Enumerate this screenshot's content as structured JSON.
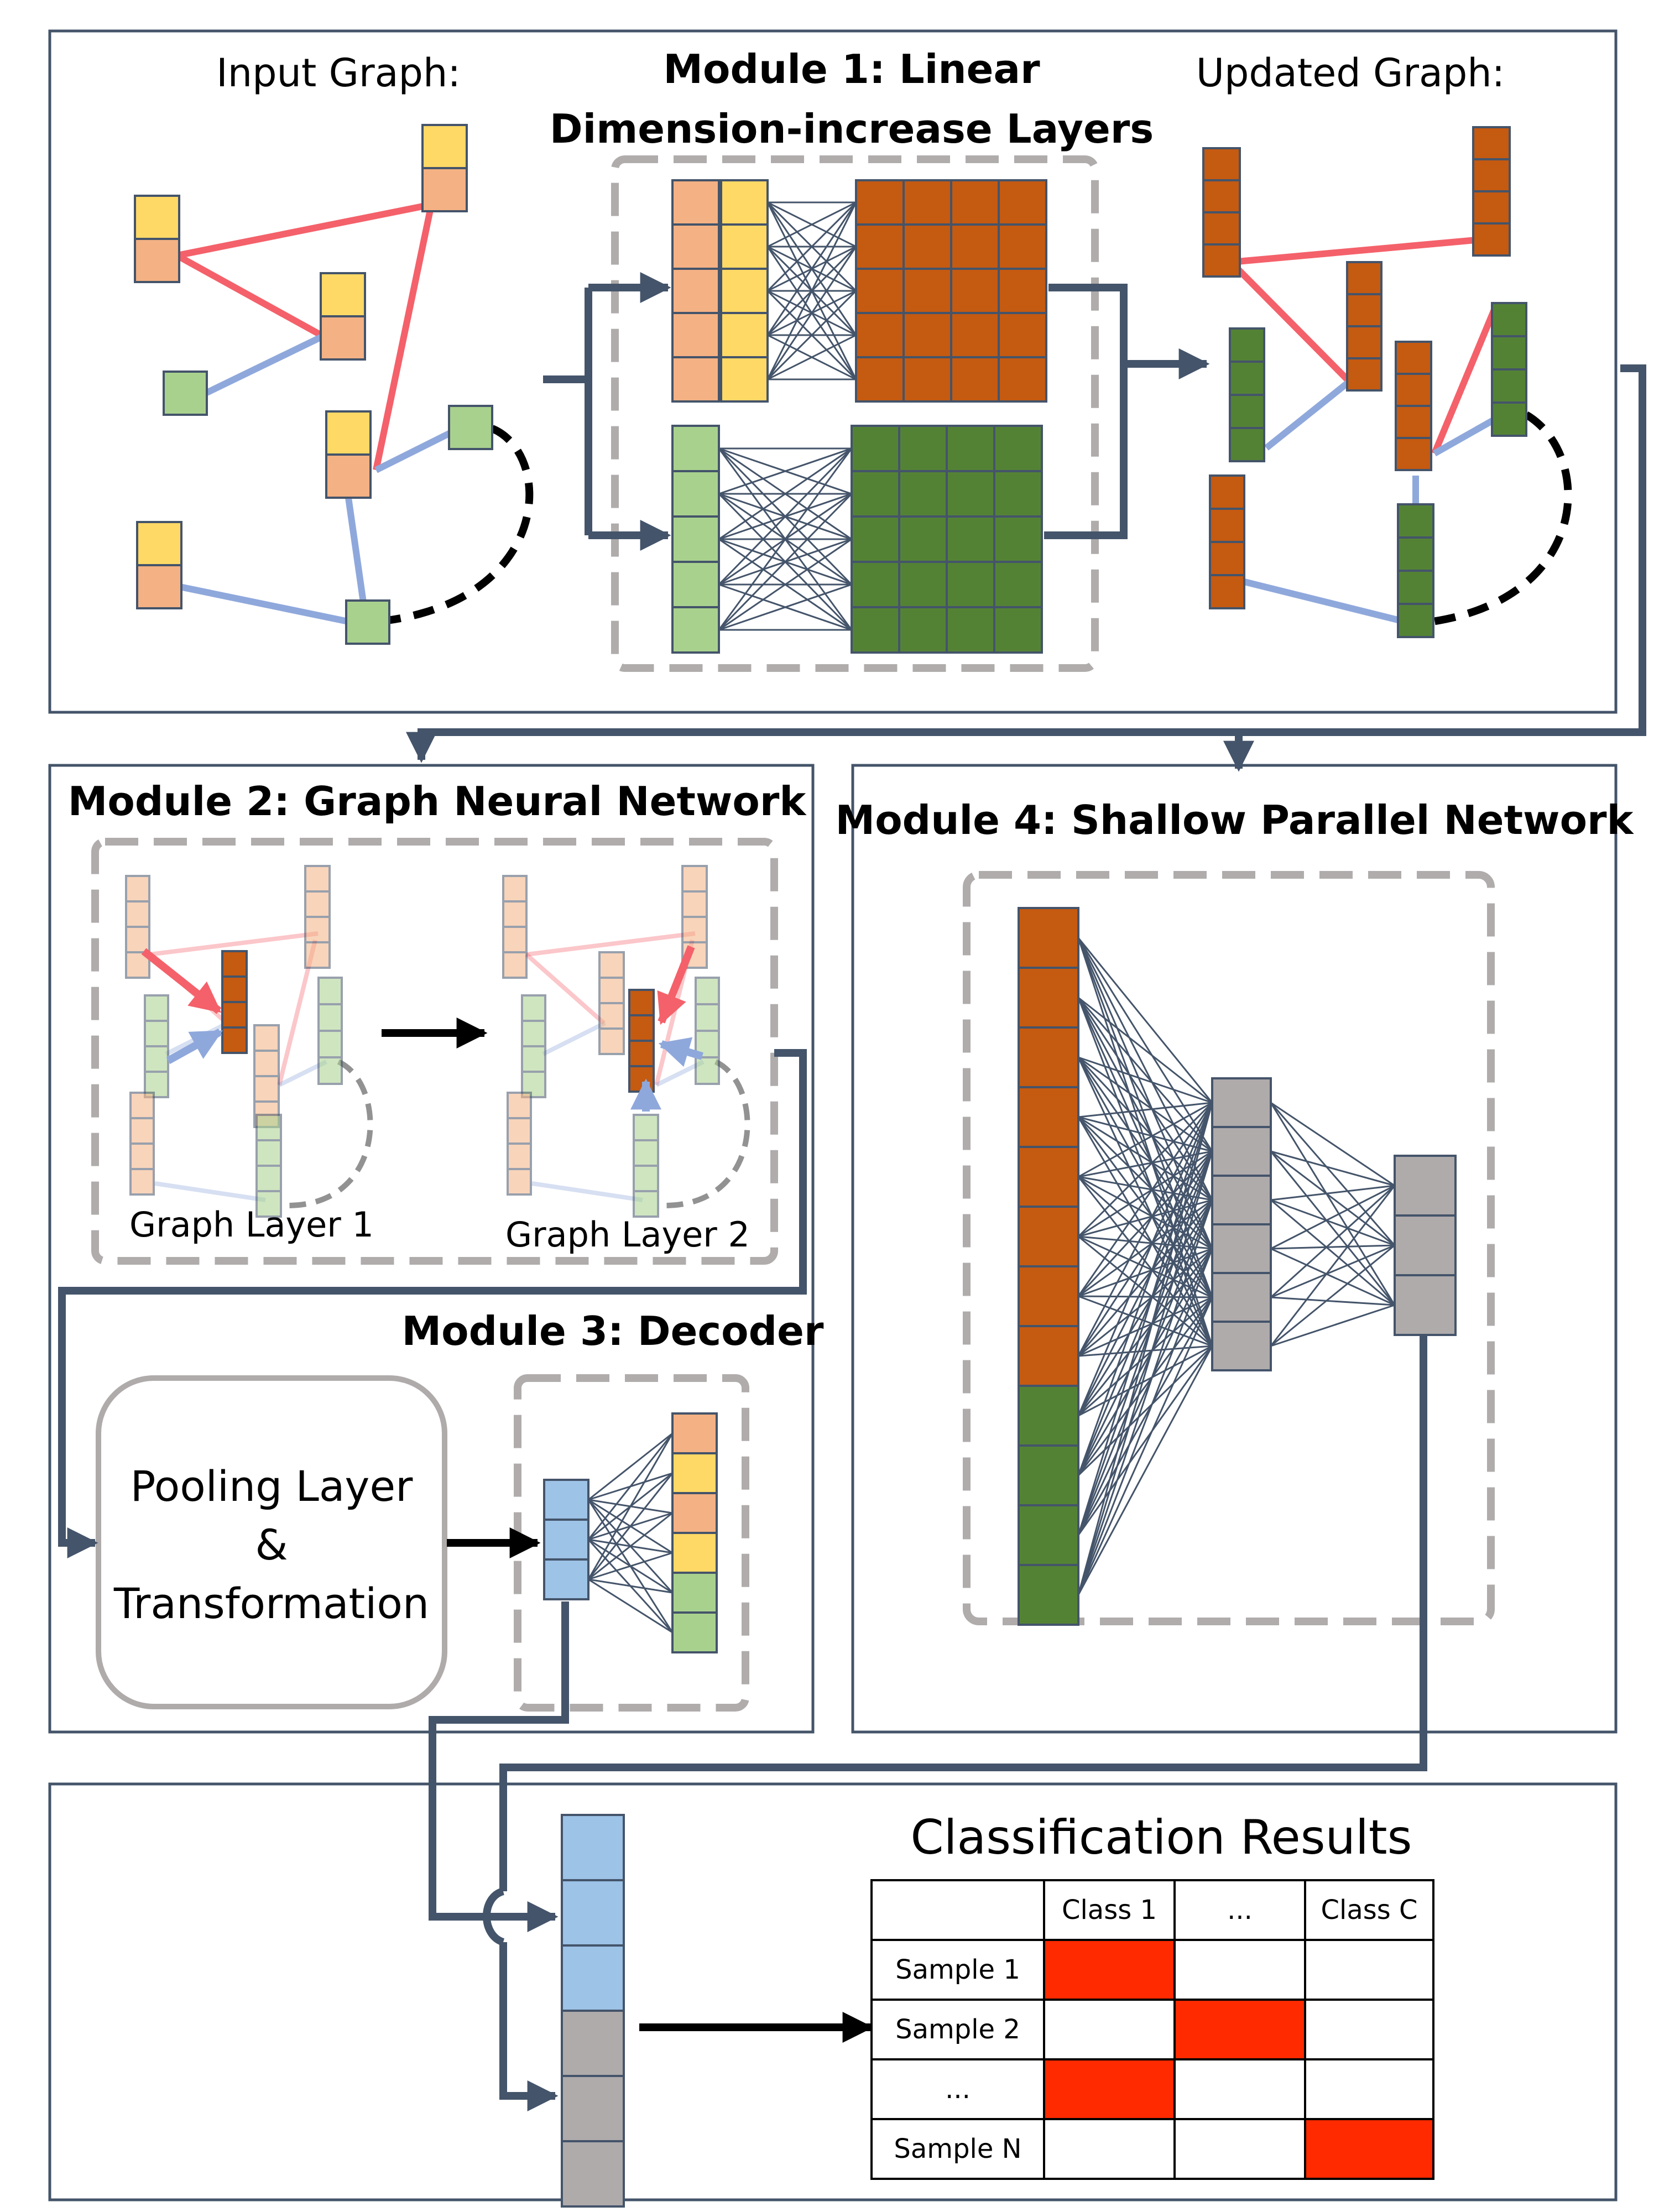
{
  "module1": {
    "title_line1": "Module 1: Linear",
    "title_line2": "Dimension-increase Layers",
    "input_label": "Input Graph:",
    "updated_label": "Updated Graph:"
  },
  "module2": {
    "title": "Module 2: Graph Neural Network",
    "layer1_label": "Graph Layer 1",
    "layer2_label": "Graph Layer 2"
  },
  "module3": {
    "title": "Module 3: Decoder",
    "pool_line1": "Pooling Layer",
    "pool_line2": "&",
    "pool_line3": "Transformation"
  },
  "module4": {
    "title": "Module 4: Shallow Parallel Network"
  },
  "results": {
    "title": "Classification Results",
    "columns": [
      "Class 1",
      "...",
      "Class C"
    ],
    "rows": [
      "Sample 1",
      "Sample 2",
      "...",
      "Sample N"
    ],
    "highlighted": [
      [
        0,
        0
      ],
      [
        1,
        1
      ],
      [
        2,
        0
      ],
      [
        3,
        2
      ]
    ]
  },
  "colors": {
    "orange_light": "#F4B183",
    "yellow": "#FFD966",
    "green_light": "#A9D18E",
    "orange_dark": "#C55A11",
    "green_dark": "#548235",
    "blue_cell": "#9DC3E6",
    "gray_cell": "#AFABAB",
    "red_edge": "#F4616A",
    "blue_edge": "#8FA8DC",
    "flow_arrow": "#44546A",
    "red_cell": "#FF2A00",
    "dash_gray": "#B0ACAC"
  }
}
